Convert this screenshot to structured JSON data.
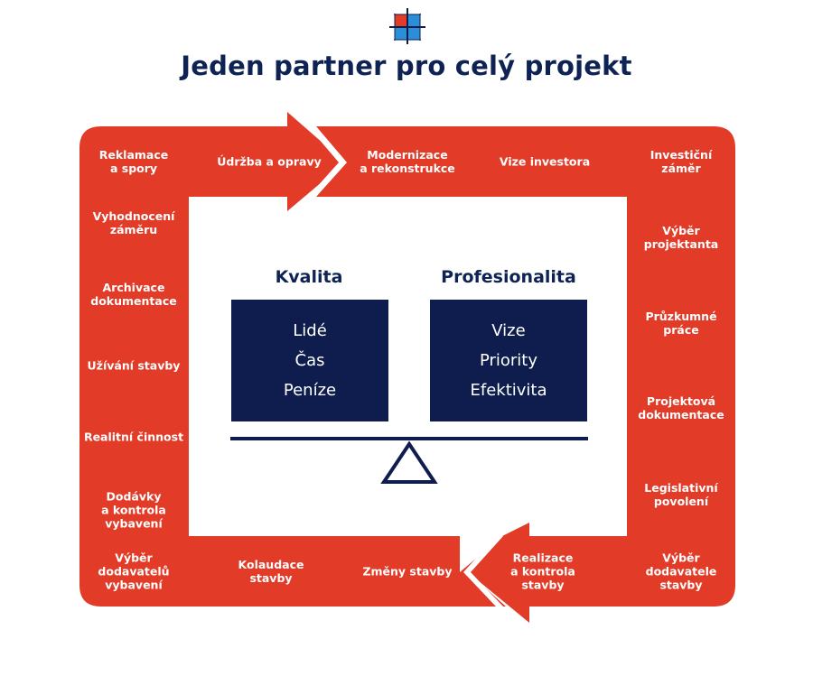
{
  "title": "Jeden partner pro celý projekt",
  "colors": {
    "frame": "#e23b28",
    "navy": "#0e1d4e",
    "title": "#0e2354",
    "logo_red": "#e23b28",
    "logo_blue": "#2b8ed8"
  },
  "logo_icon": "checkered-square-logo-icon",
  "cycle_steps": [
    "Reklamace\na spory",
    "Údržba a opravy",
    "Modernizace\na rekonstrukce",
    "Vize investora",
    "Investiční\nzáměr",
    "Výběr\nprojektanta",
    "Průzkumné\npráce",
    "Projektová\ndokumentace",
    "Legislativní\npovolení",
    "Výběr\ndodavatele\nstavby",
    "Realizace\na kontrola\nstavby",
    "Změny stavby",
    "Kolaudace\nstavby",
    "Výběr\ndodavatelů\nvybavení",
    "Dodávky\na kontrola\nvybavení",
    "Realitní činnost",
    "Užívání stavby",
    "Archivace\ndokumentace",
    "Vyhodnocení\nzáměru"
  ],
  "balance": {
    "left": {
      "heading": "Kvalita",
      "items": [
        "Lidé",
        "Čas",
        "Peníze"
      ]
    },
    "right": {
      "heading": "Profesionalita",
      "items": [
        "Vize",
        "Priority",
        "Efektivita"
      ]
    }
  }
}
